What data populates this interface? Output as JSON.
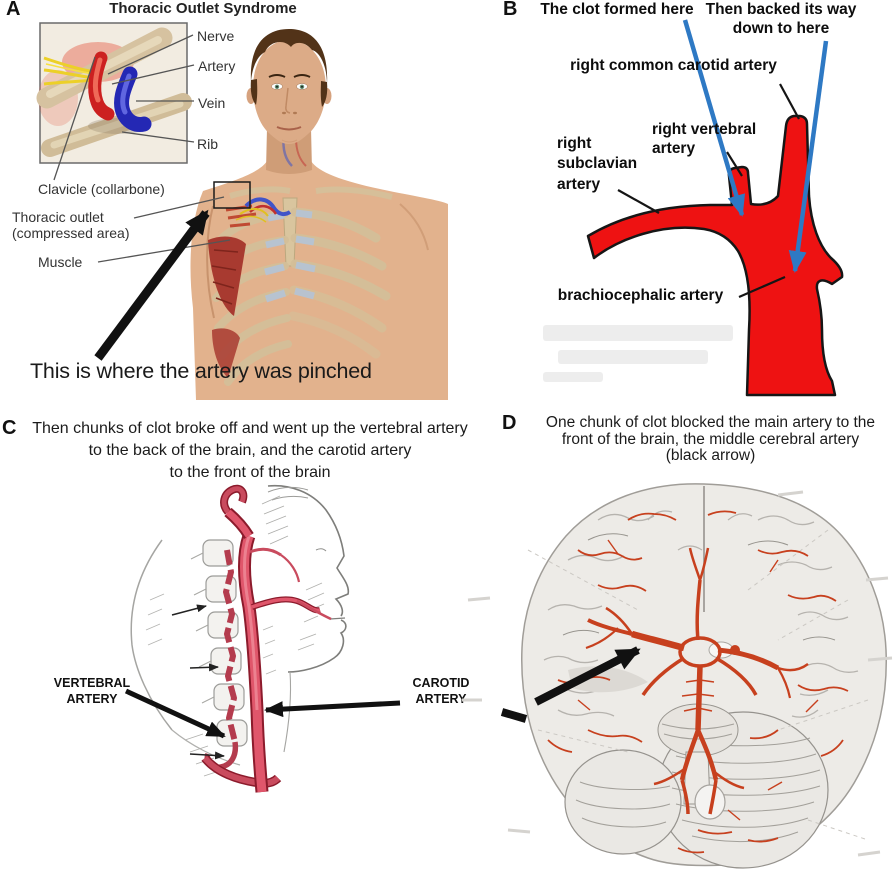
{
  "panels": {
    "a": {
      "letter": "A",
      "title": "Thoracic Outlet Syndrome",
      "inset": {
        "nerve": "Nerve",
        "artery": "Artery",
        "vein": "Vein",
        "rib": "Rib"
      },
      "clavicle": "Clavicle (collarbone)",
      "outlet_line1": "Thoracic outlet",
      "outlet_line2": "(compressed area)",
      "muscle": "Muscle",
      "caption": "This is where the artery was pinched"
    },
    "b": {
      "letter": "B",
      "callout_formed": "The clot formed here",
      "callout_backed": "Then backed its way down to here",
      "carotid": "right common carotid artery",
      "vertebral": "right vertebral artery",
      "subclavian": "right subclavian artery",
      "brachiocephalic": "brachiocephalic artery"
    },
    "c": {
      "letter": "C",
      "caption_line1": "Then chunks of clot broke off and went up the vertebral artery",
      "caption_line2": "to the back of the brain, and the carotid artery",
      "caption_line3": "to the front of the brain",
      "vertebral_label": "VERTEBRAL ARTERY",
      "carotid_label": "CAROTID ARTERY"
    },
    "d": {
      "letter": "D",
      "caption_line1": "One chunk of clot blocked the main artery to the",
      "caption_line2": "front of the brain,  the middle cerebral artery",
      "caption_line3": "(black arrow)"
    }
  },
  "colors": {
    "artery_red": "#ee1212",
    "callout_blue": "#2e79c4",
    "carotid_pink": "#e0566b",
    "brain_artery_red": "#c7401e",
    "skin": "#e2b28d",
    "bone_tan": "#d5c09a"
  }
}
